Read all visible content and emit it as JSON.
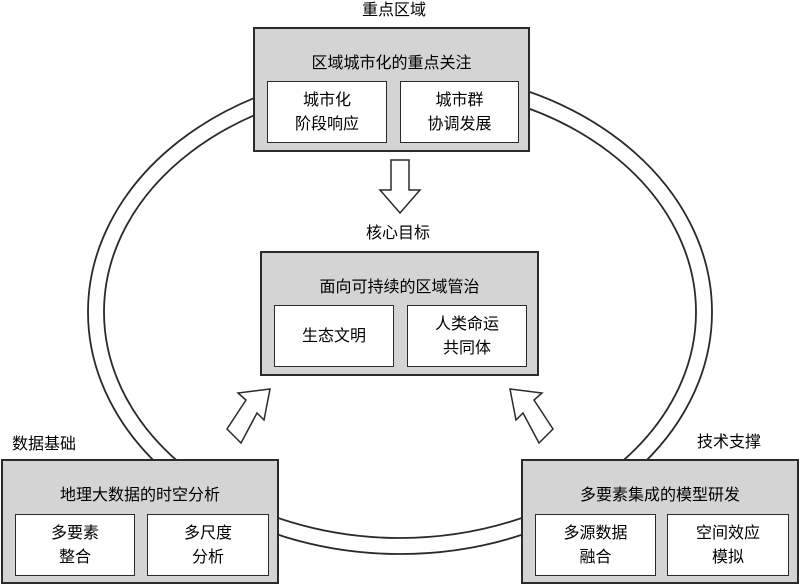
{
  "top": {
    "section_label": "重点区域",
    "title": "区域城市化的重点关注",
    "items": [
      {
        "line1": "城市化",
        "line2": "阶段响应"
      },
      {
        "line1": "城市群",
        "line2": "协调发展"
      }
    ]
  },
  "center": {
    "section_label": "核心目标",
    "title": "面向可持续的区域管治",
    "items": [
      {
        "line1": "生态文明",
        "line2": ""
      },
      {
        "line1": "人类命运",
        "line2": "共同体"
      }
    ]
  },
  "left": {
    "section_label": "数据基础",
    "title": "地理大数据的时空分析",
    "items": [
      {
        "line1": "多要素",
        "line2": "整合"
      },
      {
        "line1": "多尺度",
        "line2": "分析"
      }
    ]
  },
  "right": {
    "section_label": "技术支撑",
    "title": "多要素集成的模型研发",
    "items": [
      {
        "line1": "多源数据",
        "line2": "融合"
      },
      {
        "line1": "空间效应",
        "line2": "模拟"
      }
    ]
  },
  "colors": {
    "panel_fill": "#d4d4d4",
    "border": "#2a2a2a",
    "box_fill": "#ffffff"
  }
}
